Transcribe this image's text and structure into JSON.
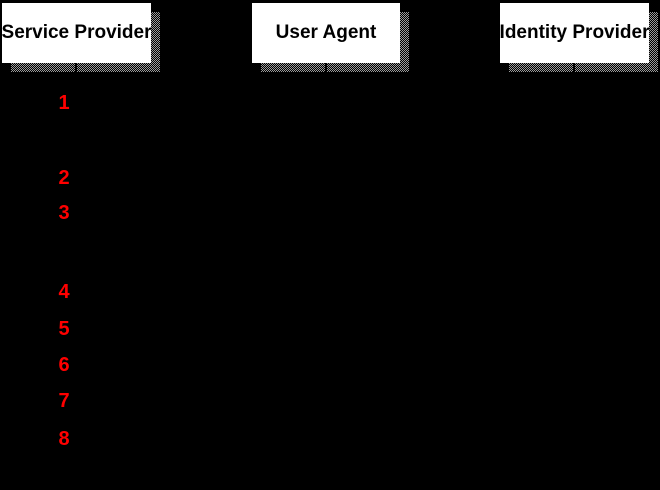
{
  "slide": {
    "background_color": "#000000",
    "shadow_color": "#9b9b9b",
    "box_face_color": "#ffffff",
    "box_text_color": "#000000",
    "step_number_color": "#ff0000"
  },
  "actors": [
    {
      "label": "Service Provider"
    },
    {
      "label": "User Agent"
    },
    {
      "label": "Identity Provider"
    }
  ],
  "steps": [
    {
      "number": "1"
    },
    {
      "number": "2"
    },
    {
      "number": "3"
    },
    {
      "number": "4"
    },
    {
      "number": "5"
    },
    {
      "number": "6"
    },
    {
      "number": "7"
    },
    {
      "number": "8"
    }
  ]
}
